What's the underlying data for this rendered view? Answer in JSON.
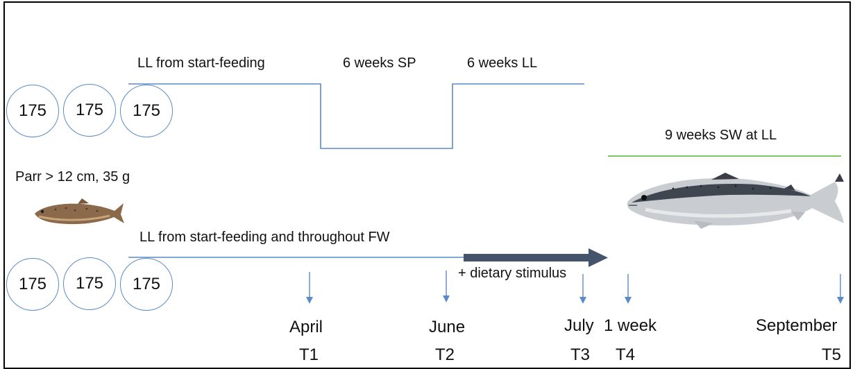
{
  "groups": {
    "top_counts": [
      "175",
      "175",
      "175"
    ],
    "bottom_counts": [
      "175",
      "175",
      "175"
    ]
  },
  "labels": {
    "ll_start_feeding": "LL from start-feeding",
    "sp_6_weeks": "6 weeks SP",
    "ll_6_weeks": "6 weeks LL",
    "sw_9_weeks": "9 weeks SW at LL",
    "parr": "Parr > 12 cm, 35 g",
    "ll_throughout_fw": "LL from start-feeding and throughout FW",
    "dietary_stimulus": "+ dietary stimulus"
  },
  "timepoints": [
    {
      "month": "April",
      "code": "T1"
    },
    {
      "month": "June",
      "code": "T2"
    },
    {
      "month": "July",
      "code": "T3"
    },
    {
      "month": "1 week",
      "code": "T4"
    },
    {
      "month": "September",
      "code": "T5"
    }
  ],
  "colors": {
    "photoperiod_line": "#5b8ac8",
    "seawater_line": "#6abf4b",
    "arrow": "#44546a",
    "sample_arrow": "#5b8ac8",
    "parr_body": "#8a6a4a",
    "smolt_body": "#c9cdd2"
  },
  "icons": {
    "parr": "small-brown-fish",
    "smolt": "silver-salmon"
  }
}
